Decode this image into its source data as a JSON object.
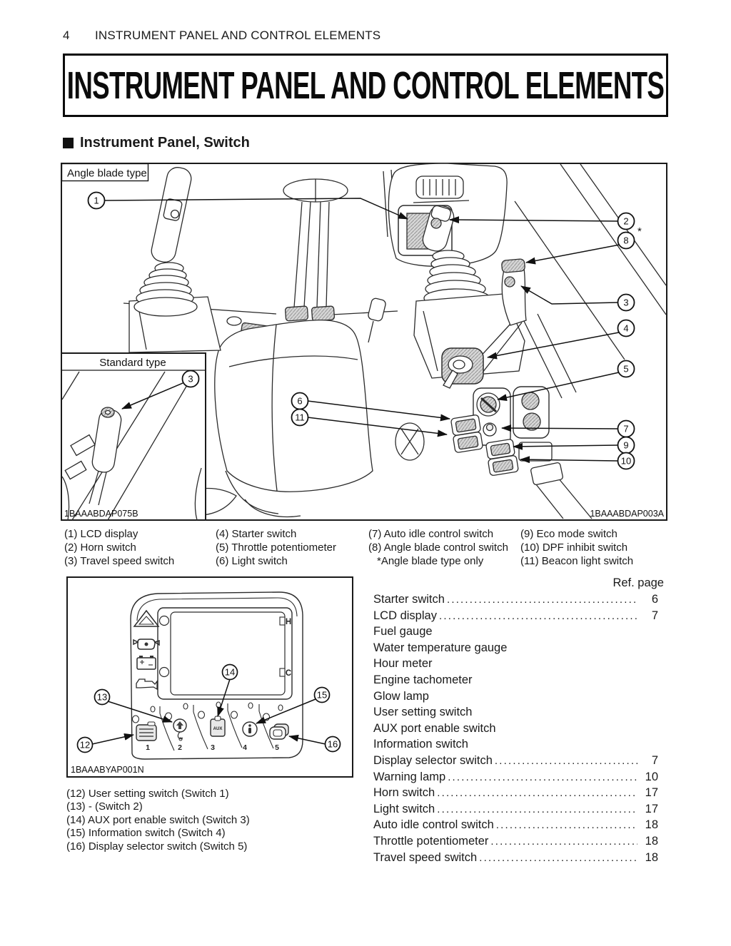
{
  "page": {
    "number": "4",
    "running_header": "INSTRUMENT PANEL AND CONTROL ELEMENTS",
    "title": "INSTRUMENT PANEL AND CONTROL ELEMENTS",
    "section": "Instrument Panel, Switch"
  },
  "figure1": {
    "variant_label": "Angle blade type",
    "inset_label": "Standard type",
    "inset_code": "1BAAABDAP075B",
    "code": "1BAAABDAP003A",
    "asterisk": "*",
    "inset_callout": "3",
    "callouts": [
      "1",
      "2",
      "3",
      "4",
      "5",
      "6",
      "7",
      "8",
      "9",
      "10",
      "11"
    ]
  },
  "legend1": {
    "items": [
      "(1) LCD display",
      "(2) Horn switch",
      "(3) Travel speed switch",
      "(4) Starter switch",
      "(5) Throttle potentiometer",
      "(6) Light switch",
      "(7) Auto idle control switch",
      "(8) Angle blade control switch",
      "*Angle blade type only",
      "(9) Eco mode switch",
      "(10) DPF inhibit switch",
      "(11) Beacon light switch"
    ]
  },
  "figure2": {
    "code": "1BAAABYAP001N",
    "callouts": [
      "12",
      "13",
      "14",
      "15",
      "16"
    ],
    "switch_numbers": [
      "1",
      "2",
      "3",
      "4",
      "5"
    ],
    "gauge_high": "H",
    "gauge_low": "C",
    "aux_label": "AUX"
  },
  "legend2": {
    "items": [
      "(12) User setting switch (Switch 1)",
      "(13) - (Switch 2)",
      "(14) AUX port enable switch (Switch 3)",
      "(15) Information switch (Switch 4)",
      "(16) Display selector switch (Switch 5)"
    ]
  },
  "reference": {
    "heading": "Ref. page",
    "rows": [
      {
        "label": "Starter switch",
        "dots": "......................................................................",
        "page": "6"
      },
      {
        "label": "LCD display",
        "dots": "......................................................................",
        "page": "7"
      },
      {
        "label": "Fuel gauge",
        "dots": "",
        "page": ""
      },
      {
        "label": "Water temperature gauge",
        "dots": "",
        "page": ""
      },
      {
        "label": "Hour meter",
        "dots": "",
        "page": ""
      },
      {
        "label": "Engine tachometer",
        "dots": "",
        "page": ""
      },
      {
        "label": "Glow lamp",
        "dots": "",
        "page": ""
      },
      {
        "label": "User setting switch",
        "dots": "",
        "page": ""
      },
      {
        "label": "AUX port enable switch",
        "dots": "",
        "page": ""
      },
      {
        "label": "Information switch",
        "dots": "",
        "page": ""
      },
      {
        "label": "Display selector switch",
        "dots": "......................................................................",
        "page": "7"
      },
      {
        "label": "Warning lamp",
        "dots": "......................................................................",
        "page": "10"
      },
      {
        "label": "Horn switch",
        "dots": "......................................................................",
        "page": "17"
      },
      {
        "label": "Light switch",
        "dots": "......................................................................",
        "page": "17"
      },
      {
        "label": "Auto idle control switch",
        "dots": "......................................................................",
        "page": "18"
      },
      {
        "label": "Throttle potentiometer",
        "dots": "......................................................................",
        "page": "18"
      },
      {
        "label": "Travel speed switch",
        "dots": "......................................................................",
        "page": "18"
      }
    ]
  }
}
